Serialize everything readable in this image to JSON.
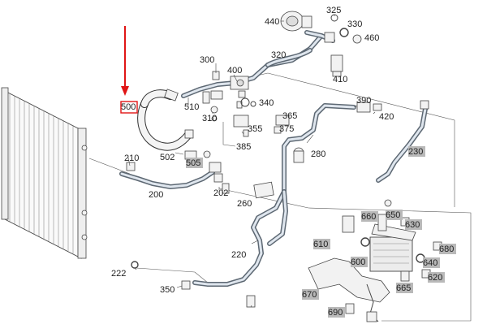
{
  "colors": {
    "callout_arrow": "#e01515",
    "highlight_box": "#e01515",
    "label_shading": "#b9b9b9",
    "pipe_fill": "#dfe6ee",
    "pipe_outline": "#5d6873"
  },
  "highlighted_part": "500",
  "labels": {
    "p200": "200",
    "p202": "202",
    "p210": "210",
    "p220": "220",
    "p222": "222",
    "p230": "230",
    "p260": "260",
    "p280": "280",
    "p300": "300",
    "p310": "310",
    "p320": "320",
    "p325": "325",
    "p330": "330",
    "p340": "340",
    "p350": "350",
    "p355": "355",
    "p365": "365",
    "p375": "375",
    "p385": "385",
    "p390": "390",
    "p400": "400",
    "p410": "410",
    "p420": "420",
    "p440": "440",
    "p460": "460",
    "p500": "500",
    "p502": "502",
    "p505": "505",
    "p510": "510",
    "p600": "600",
    "p610": "610",
    "p620": "620",
    "p630": "630",
    "p640": "640",
    "p650": "650",
    "p660": "660",
    "p665": "665",
    "p670": "670",
    "p680": "680",
    "p690": "690"
  }
}
